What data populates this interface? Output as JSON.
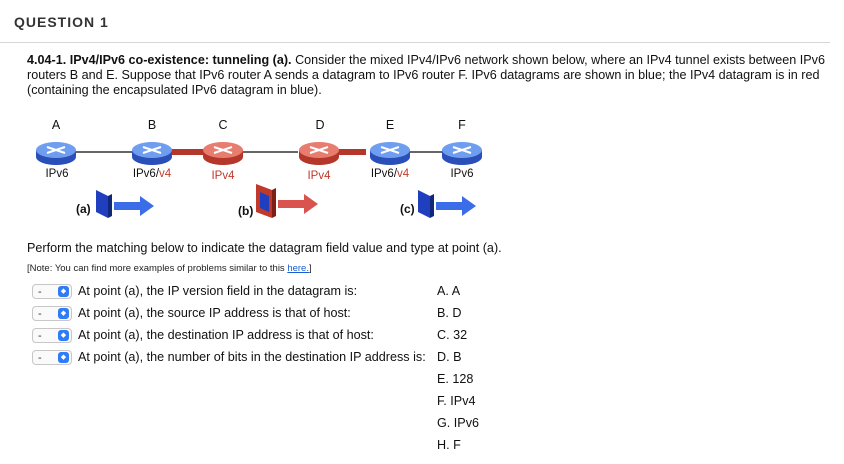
{
  "question": {
    "title": "QUESTION 1",
    "heading": "4.04-1. IPv4/IPv6 co-existence: tunneling (a).",
    "body": "Consider the mixed IPv4/IPv6 network shown below, where an IPv4 tunnel exists between IPv6 routers B and E. Suppose that IPv6 router A sends a datagram to IPv6 router F.  IPv6 datagrams are shown in blue; the IPv4 datagram is in red (containing the encapsulated IPv6 datagram in blue)."
  },
  "diagram": {
    "routers": [
      {
        "name": "A",
        "type": "IPv6"
      },
      {
        "name": "B",
        "type_a": "IPv6/",
        "type_b": "v4"
      },
      {
        "name": "C",
        "type": "IPv4"
      },
      {
        "name": "D",
        "type": "IPv4"
      },
      {
        "name": "E",
        "type_a": "IPv6/",
        "type_b": "v4"
      },
      {
        "name": "F",
        "type": "IPv6"
      }
    ],
    "points": [
      "(a)",
      "(b)",
      "(c)"
    ],
    "colors": {
      "ipv6": "#1f3fbf",
      "ipv4": "#c0392b"
    }
  },
  "instruction": "Perform the matching below to indicate the datagram field value and type at point (a).",
  "note": {
    "prefix": "[Note: You can find more examples of problems similar to this ",
    "link": "here.",
    "suffix": "]"
  },
  "matches": [
    {
      "selected": "-",
      "prompt": "At point (a), the IP version field in the datagram is:"
    },
    {
      "selected": "-",
      "prompt": "At point (a), the source IP address is that of host:"
    },
    {
      "selected": "-",
      "prompt": "At point (a), the destination IP address is that of host:"
    },
    {
      "selected": "-",
      "prompt": "At point (a), the number of bits in the destination IP address is:"
    }
  ],
  "answers": [
    "A. A",
    "B. D",
    "C. 32",
    "D. B",
    "E. 128",
    "F. IPv4",
    "G. IPv6",
    "H. F"
  ]
}
